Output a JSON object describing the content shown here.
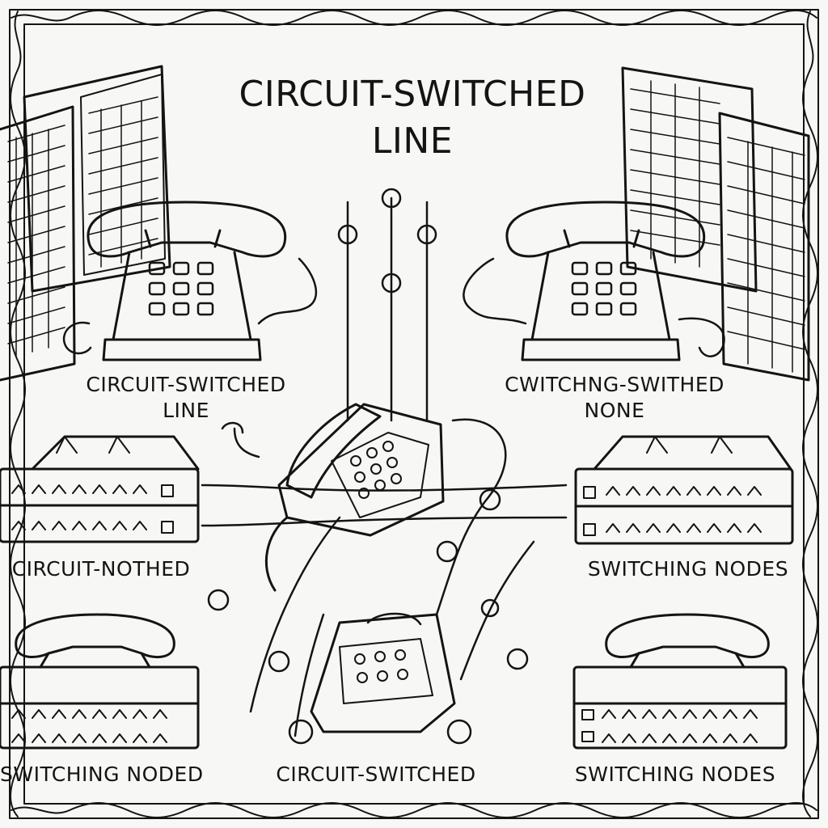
{
  "title": {
    "line1": "CIRCUIT-SWITCHED",
    "line2": "LINE"
  },
  "labels": {
    "top_left": {
      "line1": "CIRCUIT-SWITCHED",
      "line2": "LINE"
    },
    "top_right": {
      "line1": "CWITCHNG-SWITHED",
      "line2": "NONE"
    },
    "mid_left": "CIRCUIT-NOTHED",
    "mid_right": "SWITCHING NODES",
    "bottom_left": "SWITCHING NODED",
    "bottom_center": "CIRCUIT-SWITCHED",
    "bottom_right": "SWITCHING NODES"
  },
  "icons": [
    "telephone-icon",
    "switching-node-icon",
    "server-rack-icon",
    "cable-connector-icon",
    "rope-border"
  ]
}
